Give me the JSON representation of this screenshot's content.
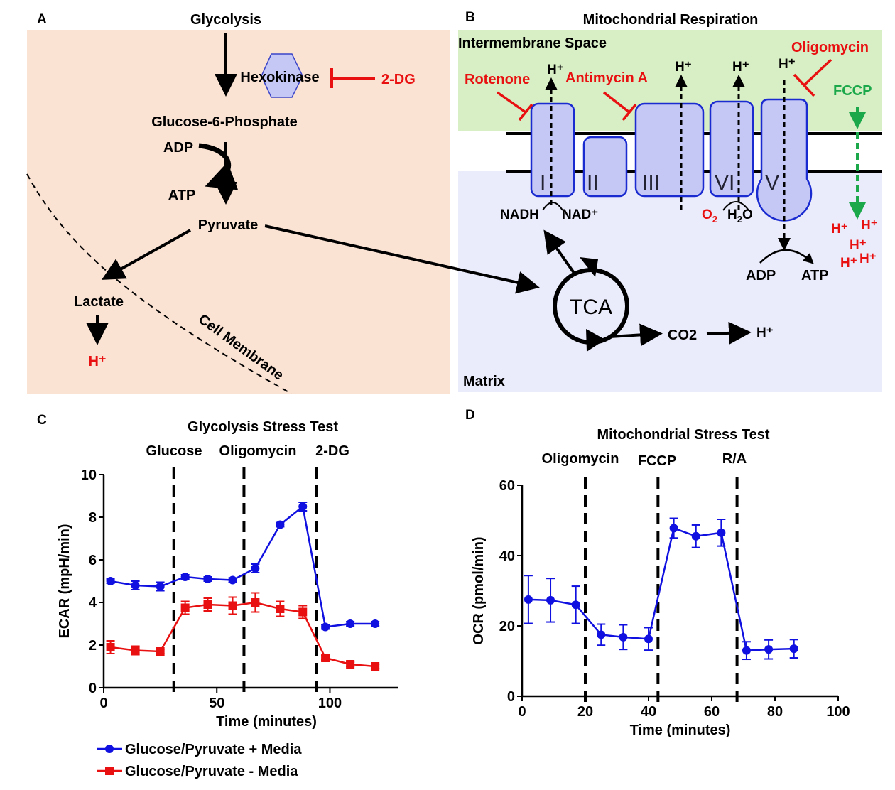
{
  "panels": {
    "A": {
      "letter": "A",
      "title": "Glycolysis",
      "enzyme": "Hexokinase",
      "inhibitor": "2-DG",
      "g6p": "Glucose-6-Phosphate",
      "adp": "ADP",
      "atp": "ATP",
      "pyruvate": "Pyruvate",
      "lactate": "Lactate",
      "proton": "H⁺",
      "membrane": "Cell Membrane"
    },
    "B": {
      "letter": "B",
      "title": "Mitochondrial Respiration",
      "ims": "Intermembrane Space",
      "matrix": "Matrix",
      "rotenone": "Rotenone",
      "antimycin": "Antimycin A",
      "oligomycin": "Oligomycin",
      "fccp": "FCCP",
      "proton": "H⁺",
      "complexes": [
        "I",
        "II",
        "III",
        "VI",
        "V"
      ],
      "nadh": "NADH",
      "nad": "NAD⁺",
      "o2": "O",
      "o2_sub": "2",
      "h2o_h": "H",
      "h2o_sub": "2",
      "h2o_o": "O",
      "adp": "ADP",
      "atp": "ATP",
      "tca": "TCA",
      "co2": "CO2"
    }
  },
  "chart_data": [
    {
      "panel": "C",
      "type": "line",
      "title": "Glycolysis Stress Test",
      "injections": [
        {
          "label": "Glucose",
          "x": 31
        },
        {
          "label": "Oligomycin",
          "x": 62
        },
        {
          "label": "2-DG",
          "x": 94
        }
      ],
      "xlabel": "Time (minutes)",
      "ylabel": "ECAR (mpH/min)",
      "xlim": [
        0,
        130
      ],
      "ylim": [
        0,
        10
      ],
      "xticks": [
        0,
        50,
        100
      ],
      "yticks": [
        0,
        2,
        4,
        6,
        8,
        10
      ],
      "legend_position": "bottom",
      "series": [
        {
          "name": "Glucose/Pyruvate + Media",
          "color": "#1010e0",
          "marker": "circle",
          "x": [
            3,
            14,
            25,
            36,
            46,
            57,
            67,
            78,
            88,
            98,
            109,
            120
          ],
          "y": [
            5.0,
            4.8,
            4.75,
            5.2,
            5.1,
            5.05,
            5.6,
            7.65,
            8.5,
            2.85,
            3.0,
            3.0
          ],
          "err": [
            0.1,
            0.2,
            0.2,
            0.1,
            0.1,
            0.1,
            0.2,
            0.1,
            0.2,
            0.1,
            0.1,
            0.1
          ]
        },
        {
          "name": "Glucose/Pyruvate - Media",
          "color": "#e81010",
          "marker": "square",
          "x": [
            3,
            14,
            25,
            36,
            46,
            57,
            67,
            78,
            88,
            98,
            109,
            120
          ],
          "y": [
            1.9,
            1.75,
            1.7,
            3.75,
            3.9,
            3.85,
            4.0,
            3.7,
            3.55,
            1.4,
            1.1,
            1.0
          ],
          "err": [
            0.3,
            0.2,
            0.1,
            0.3,
            0.3,
            0.4,
            0.45,
            0.35,
            0.3,
            0.1,
            0.1,
            0.1
          ]
        }
      ]
    },
    {
      "panel": "D",
      "type": "line",
      "title": "Mitochondrial Stress Test",
      "injections": [
        {
          "label": "Oligomycin",
          "x": 20
        },
        {
          "label": "FCCP",
          "x": 43
        },
        {
          "label": "R/A",
          "x": 68
        }
      ],
      "xlabel": "Time (minutes)",
      "ylabel": "OCR (pmol/min)",
      "xlim": [
        0,
        100
      ],
      "ylim": [
        0,
        60
      ],
      "xticks": [
        0,
        20,
        40,
        60,
        80,
        100
      ],
      "yticks": [
        0,
        20,
        40,
        60
      ],
      "series": [
        {
          "color": "#1010e0",
          "marker": "circle",
          "x": [
            2,
            9,
            17,
            25,
            32,
            40,
            48,
            55,
            63,
            71,
            78,
            86
          ],
          "y": [
            27.5,
            27.3,
            26.0,
            17.5,
            16.8,
            16.3,
            47.8,
            45.5,
            46.5,
            13.0,
            13.3,
            13.5
          ],
          "err": [
            6.8,
            6.2,
            5.3,
            3.0,
            3.5,
            3.2,
            2.8,
            3.2,
            3.8,
            2.5,
            2.7,
            2.6
          ]
        }
      ]
    }
  ]
}
